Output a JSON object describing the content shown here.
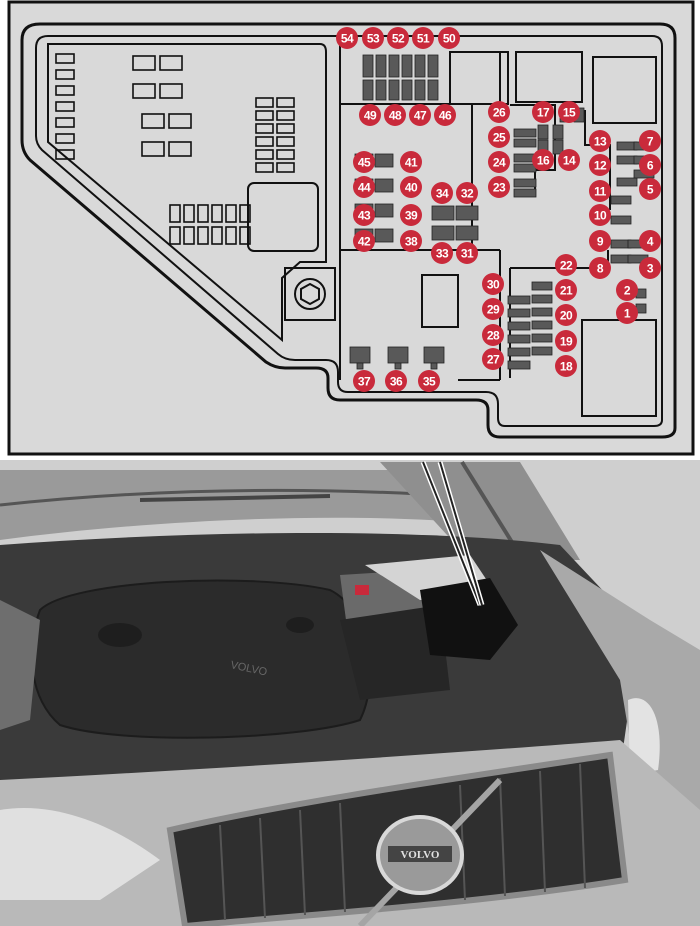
{
  "diagram": {
    "fuse_labels": [
      "1",
      "2",
      "3",
      "4",
      "5",
      "6",
      "7",
      "8",
      "9",
      "10",
      "11",
      "12",
      "13",
      "14",
      "15",
      "16",
      "17",
      "18",
      "19",
      "20",
      "21",
      "22",
      "23",
      "24",
      "25",
      "26",
      "27",
      "28",
      "29",
      "30",
      "31",
      "32",
      "33",
      "34",
      "35",
      "36",
      "37",
      "38",
      "39",
      "40",
      "41",
      "42",
      "43",
      "44",
      "45",
      "46",
      "47",
      "48",
      "49",
      "50",
      "51",
      "52",
      "53",
      "54"
    ]
  },
  "car": {
    "grille_badge_text": "VOLVO",
    "engine_cover_text": "VOLVO"
  },
  "colors": {
    "panel_background": "#d9d9d9",
    "panel_border": "#111111",
    "fuse_body": "#595959",
    "callout_marker": "#c92a3b",
    "callout_text": "#ffffff",
    "engine_bay": "#3a3a3a",
    "car_body": "#b9b9b9"
  }
}
